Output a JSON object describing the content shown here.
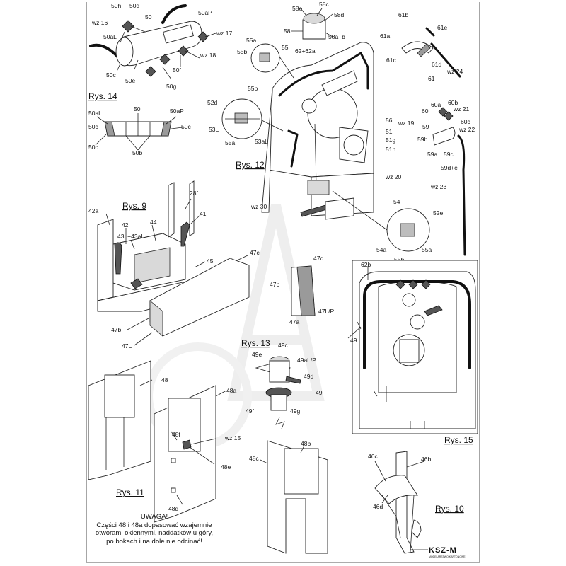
{
  "labels": {
    "r14": {
      "l50h": "50h",
      "l50d": "50d",
      "l50": "50",
      "l50aP": "50aP",
      "lwz16": "wz 16",
      "l50aL": "50aL",
      "lwz17": "wz 17",
      "lwz18": "wz 18",
      "l50c": "50c",
      "l50e": "50e",
      "l50f": "50f",
      "l50g": "50g",
      "s50aL": "50aL",
      "s50": "50",
      "s50aP": "50aP",
      "s50c1": "50c",
      "s50c2": "50c",
      "s50b": "50b"
    },
    "r12": {
      "l58e": "58e",
      "l58c": "58c",
      "l58d": "58d",
      "l58": "58",
      "l58ab": "58a+b",
      "l55a": "55a",
      "l55b": "55b",
      "l55": "55",
      "l62": "62+62a",
      "l55b2": "55b",
      "l52d": "52d",
      "l53L": "53L",
      "l55a2": "55a",
      "l53aL": "53aL",
      "l56": "56",
      "lwz19": "wz 19",
      "l51i": "51i",
      "l51g": "51g",
      "l51h": "51h",
      "lwz20": "wz 20",
      "lwz30": "wz 30",
      "l54": "54",
      "l52e": "52e",
      "l54a": "54a",
      "l55b3": "55b",
      "l55a3": "55a"
    },
    "rtr": {
      "l61b": "61b",
      "l61e": "61e",
      "l61a": "61a",
      "l61c": "61c",
      "l61d": "61d",
      "lwz24": "wz 24",
      "l61": "61",
      "l60a": "60a",
      "l60b": "60b",
      "l60": "60",
      "lwz21": "wz 21",
      "l60c": "60c",
      "l59": "59",
      "lwz22": "wz 22",
      "l59b": "59b",
      "l59a": "59a",
      "l59c": "59c",
      "l59de": "59d+e",
      "lwz23": "wz 23"
    },
    "r9": {
      "l28f": "28f",
      "l42a": "42a",
      "l41": "41",
      "l42": "42",
      "l44": "44",
      "l43": "43L+43aL",
      "l47c": "47c",
      "l45": "45",
      "l47b": "47b",
      "l47L": "47L"
    },
    "r47": {
      "l47c": "47c",
      "l47b": "47b",
      "l47LP": "47L/P",
      "l47a": "47a"
    },
    "r13": {
      "l49e": "49e",
      "l49c": "49c",
      "l49aLP": "49aL/P",
      "l49d": "49d",
      "l49": "49",
      "l49f": "49f",
      "l49g": "49g"
    },
    "r15": {
      "l62b": "62b",
      "l49": "49"
    },
    "r11": {
      "l48": "48",
      "l48a": "48a",
      "l48f": "48f",
      "lwz15": "wz 15",
      "l48e": "48e",
      "l48d": "48d",
      "l48b": "48b",
      "l48c": "48c"
    },
    "r10": {
      "l46c": "46c",
      "l46b": "46b",
      "l46d": "46d"
    }
  },
  "captions": {
    "rys14": "Rys. 14",
    "rys12": "Rys. 12",
    "rys9": "Rys. 9",
    "rys13": "Rys. 13",
    "rys15": "Rys. 15",
    "rys11": "Rys. 11",
    "rys10": "Rys. 10"
  },
  "note": {
    "title": "UWAGA!",
    "line1": "Części 48 i 48a dopasować wzajemnie",
    "line2": "otworami okiennymi, naddatków u góry,",
    "line3": "po bokach i na dole nie odcinać!"
  },
  "logo": {
    "text": "KSZ-M",
    "tagline": "MODELARSTWO KARTONOWE"
  }
}
